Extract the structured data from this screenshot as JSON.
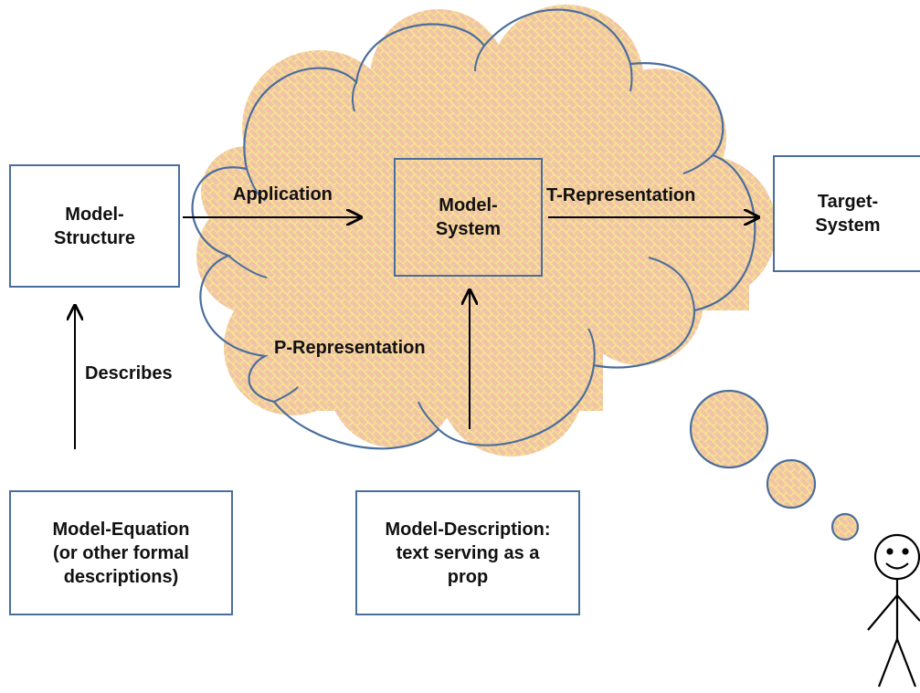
{
  "boxes": {
    "model_structure": "Model-\nStructure",
    "model_system": "Model-\nSystem",
    "target_system": "Target-\nSystem",
    "model_equation": "Model-Equation\n(or other formal\ndescriptions)",
    "model_description": "Model-Description:\ntext serving as a\nprop"
  },
  "arrows": {
    "application": "Application",
    "t_representation": "T-Representation",
    "p_representation": "P-Representation",
    "describes": "Describes"
  },
  "colors": {
    "outline": "#4a6e9c",
    "cloud_fill": "#f1c4a8",
    "pattern_stroke": "#f7e98a",
    "arrow": "#000000"
  }
}
